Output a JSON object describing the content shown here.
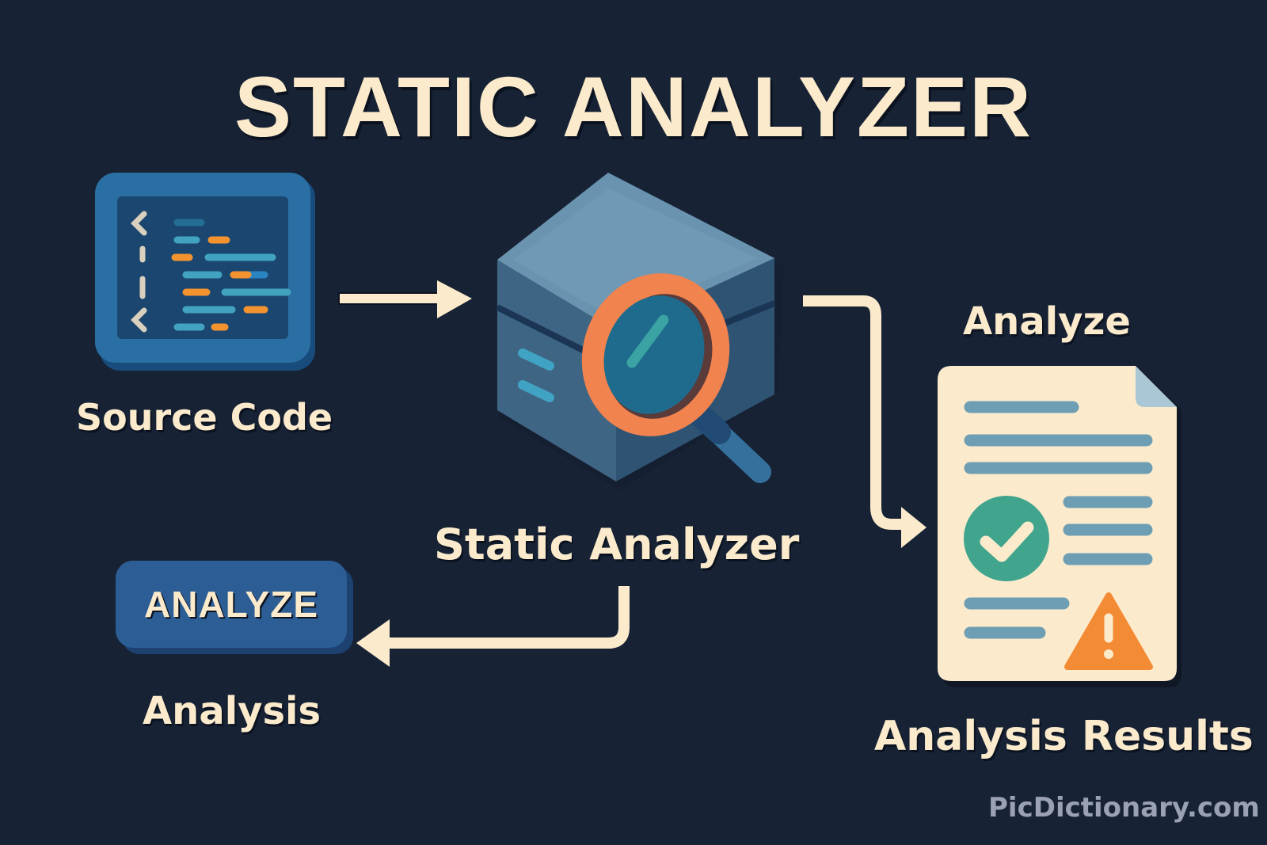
{
  "title": "STATIC ANALYZER",
  "nodes": {
    "source_code": {
      "label": "Source Code",
      "icon": "code-editor-icon"
    },
    "static_analyzer": {
      "label": "Static Analyzer",
      "icon": "server-magnifier-icon"
    },
    "analyze_step": {
      "label": "Analyze"
    },
    "analysis_results": {
      "label": "Analysis Results",
      "icon": "report-document-icon"
    },
    "analysis": {
      "label": "Analysis",
      "button_label": "ANALYZE"
    }
  },
  "edges": [
    {
      "from": "Source Code",
      "to": "Static Analyzer"
    },
    {
      "from": "Static Analyzer",
      "to": "Analysis Results",
      "label": "Analyze"
    },
    {
      "from": "Static Analyzer",
      "to": "Analysis"
    }
  ],
  "watermark": "PicDictionary.com",
  "colors": {
    "background": "#172235",
    "text": "#fbebcc",
    "accent_orange": "#f0834e",
    "accent_blue": "#2c6e9e",
    "success_green": "#41a58e",
    "warning_orange": "#f38b35"
  }
}
